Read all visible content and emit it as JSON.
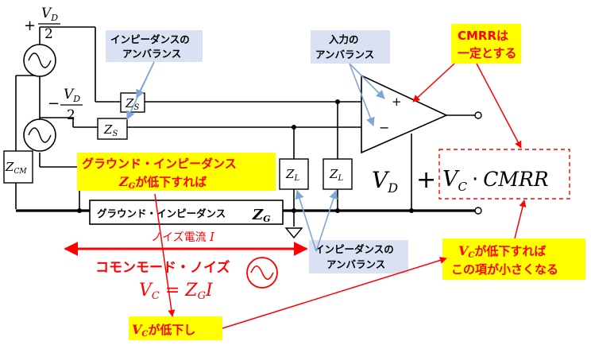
{
  "sources": {
    "top_plus": "+",
    "top_num_sym": "V",
    "top_num_sub": "D",
    "top_den": "2",
    "bottom_minus": "−",
    "bottom_num_sym": "V",
    "bottom_num_sub": "D",
    "bottom_den": "2"
  },
  "impedances": {
    "zs_sym": "Z",
    "zs_sub": "S",
    "zcm_sym": "Z",
    "zcm_sub": "CM",
    "zl_sym": "Z",
    "zl_sub": "L"
  },
  "labels": {
    "imp_unbalance_line1": "インピーダンスの",
    "imp_unbalance_line2": "アンバランス",
    "input_unbalance_line1": "入力の",
    "input_unbalance_line2": "アンバランス",
    "load_unbalance_line1": "インピーダンスの",
    "load_unbalance_line2": "アンバランス",
    "cmrr_line1": "CMRRは",
    "cmrr_line2": "一定とする",
    "gnd_imp_line1": "グラウンド・インピーダンス",
    "gnd_imp_line2_sym": "Z",
    "gnd_imp_line2_sub": "G",
    "gnd_imp_line2_rest": "が低下すれば",
    "gnd_box_text": "グラウンド・インピーダンス",
    "gnd_box_sym": "Z",
    "gnd_box_sub": "G",
    "noise_current": "ノイズ電流 ",
    "noise_current_sym": "I",
    "cm_noise": "コモンモード・ノイズ",
    "vc_eq_lhs_sym": "V",
    "vc_eq_lhs_sub": "C",
    "vc_eq_mid": " = ",
    "vc_eq_rhs_sym": "Z",
    "vc_eq_rhs_sub": "G",
    "vc_eq_rhs_tail": "I",
    "vc_low_sym": "V",
    "vc_low_sub": "C",
    "vc_low_rest": "が低下し",
    "vc_result_line1_sym": "V",
    "vc_result_line1_sub": "C",
    "vc_result_line1_rest": "が低下すれば",
    "vc_result_line2": "この項が小さくなる",
    "opamp_plus": "+",
    "opamp_minus": "−"
  },
  "output_expr": {
    "vd_sym": "V",
    "vd_sub": "D",
    "plus": "+",
    "vc_sym": "V",
    "vc_sub": "C",
    "dot": "·",
    "cmrr": "CMRR"
  },
  "colors": {
    "blue_box": "#d9e1f2",
    "yellow_box": "#ffff00",
    "red": "#ff0000",
    "arrow_blue": "#7fa6d9",
    "wire": "#000000"
  }
}
